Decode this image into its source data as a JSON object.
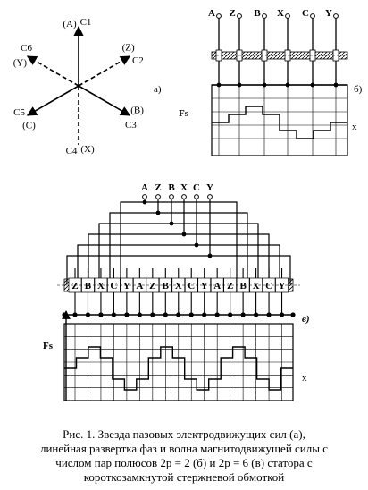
{
  "star": {
    "vectors": [
      {
        "name": "C1",
        "label": "C1",
        "dir": 90,
        "dashed": false,
        "arrow": true
      },
      {
        "name": "C2",
        "label": "C2",
        "dir": 30,
        "dashed": true,
        "arrow": true
      },
      {
        "name": "C3",
        "label": "C3",
        "dir": -30,
        "dashed": false,
        "arrow": true
      },
      {
        "name": "C4",
        "label": "C4",
        "dir": -90,
        "dashed": true,
        "arrow": false
      },
      {
        "name": "C5",
        "label": "C5",
        "dir": -150,
        "dashed": false,
        "arrow": true
      },
      {
        "name": "C6",
        "label": "C6",
        "dir": 150,
        "dashed": true,
        "arrow": true
      }
    ],
    "phase_labels": [
      "(A)",
      "(Z)",
      "(B)",
      "(X)",
      "(C)",
      "(Y)"
    ],
    "panel_label": "а)"
  },
  "top_chart": {
    "phases": [
      "A",
      "Z",
      "B",
      "X",
      "C",
      "Y"
    ],
    "fs_label": "Fs",
    "x_label": "x",
    "panel_label": "б)",
    "levels": [
      0,
      1,
      2,
      1,
      -1,
      -2,
      -1,
      0
    ]
  },
  "bottom_chart": {
    "phases": [
      "A",
      "Z",
      "B",
      "X",
      "C",
      "Y"
    ],
    "slots": [
      "Z",
      "B",
      "X",
      "C",
      "Y",
      "A",
      "Z",
      "B",
      "X",
      "C",
      "Y",
      "A",
      "Z",
      "B",
      "X",
      "C",
      "Y"
    ],
    "fs_label": "Fs",
    "x_label": "x",
    "panel_label": "в)",
    "levels": [
      0,
      1,
      2,
      1,
      -1,
      -2,
      -1,
      1,
      2,
      1,
      -1,
      -2,
      -1,
      1,
      2,
      1,
      -1,
      -2,
      0
    ]
  },
  "caption": [
    "Рис. 1. Звезда пазовых электродвижущих сил (а),",
    "линейная развертка фаз и волна магнитодвижущей силы с",
    "числом пар полюсов 2р = 2 (б) и 2р = 6 (в) статора с",
    "короткозамкнутой стержневой обмоткой"
  ]
}
